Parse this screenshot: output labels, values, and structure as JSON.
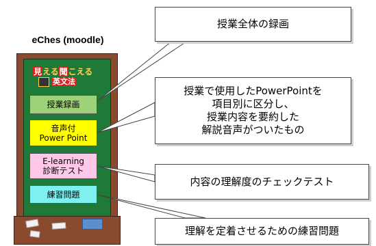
{
  "title": "eChes (moodle)",
  "board": {
    "line1": [
      "見",
      "える",
      "聞",
      "こえる"
    ],
    "line2": [
      "英文法"
    ]
  },
  "buttons": {
    "recording": "授業録画",
    "audio_line1": "音声付",
    "audio_line2": "Power Point",
    "elearning_line1": "E-learning",
    "elearning_line2": "診断テスト",
    "practice": "練習問題"
  },
  "callouts": {
    "c1": "授業全体の録画",
    "c2": [
      "授業で使用したPowerPointを",
      "項目別に区分し、",
      "授業内容を要約した",
      "解説音声がついたもの"
    ],
    "c3": "内容の理解度のチェックテスト",
    "c4": "理解を定着させるための練習問題"
  }
}
